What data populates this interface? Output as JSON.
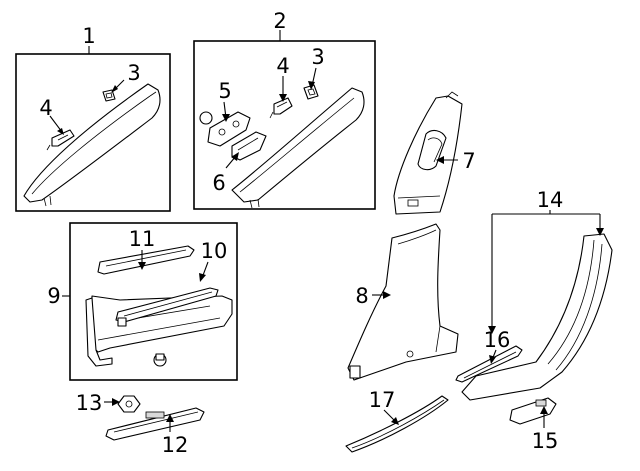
{
  "diagram": {
    "callouts": {
      "c1": "1",
      "c2": "2",
      "c3a": "3",
      "c3b": "3",
      "c4a": "4",
      "c4b": "4",
      "c5": "5",
      "c6": "6",
      "c7": "7",
      "c8": "8",
      "c9": "9",
      "c10": "10",
      "c11": "11",
      "c12": "12",
      "c13": "13",
      "c14": "14",
      "c15": "15",
      "c16": "16",
      "c17": "17"
    }
  }
}
